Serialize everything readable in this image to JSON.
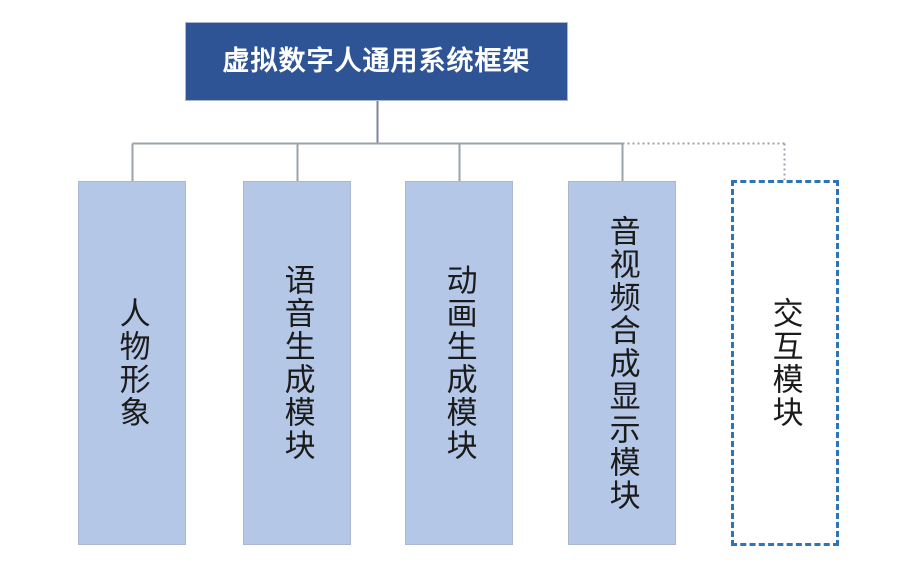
{
  "diagram": {
    "title": "虚拟数字人通用系统框架",
    "colors": {
      "root_fill": "#2F5496",
      "root_text": "#FFFFFF",
      "module_fill": "#B4C7E7",
      "module_text": "#1B1B1B",
      "connector": "#808080",
      "dashed_border": "#2E75B6",
      "background": "#FFFFFF"
    },
    "nodes": [
      {
        "id": "node-0",
        "label": "人物形象",
        "style": "filled",
        "connector": "solid"
      },
      {
        "id": "node-1",
        "label": "语音生成模块",
        "style": "filled",
        "connector": "solid"
      },
      {
        "id": "node-2",
        "label": "动画生成模块",
        "style": "filled",
        "connector": "solid"
      },
      {
        "id": "node-3",
        "label": "音视频合成显示模块",
        "style": "filled",
        "connector": "solid"
      },
      {
        "id": "node-4",
        "label": "交互模块",
        "style": "dashed-outline",
        "connector": "dotted"
      }
    ]
  }
}
